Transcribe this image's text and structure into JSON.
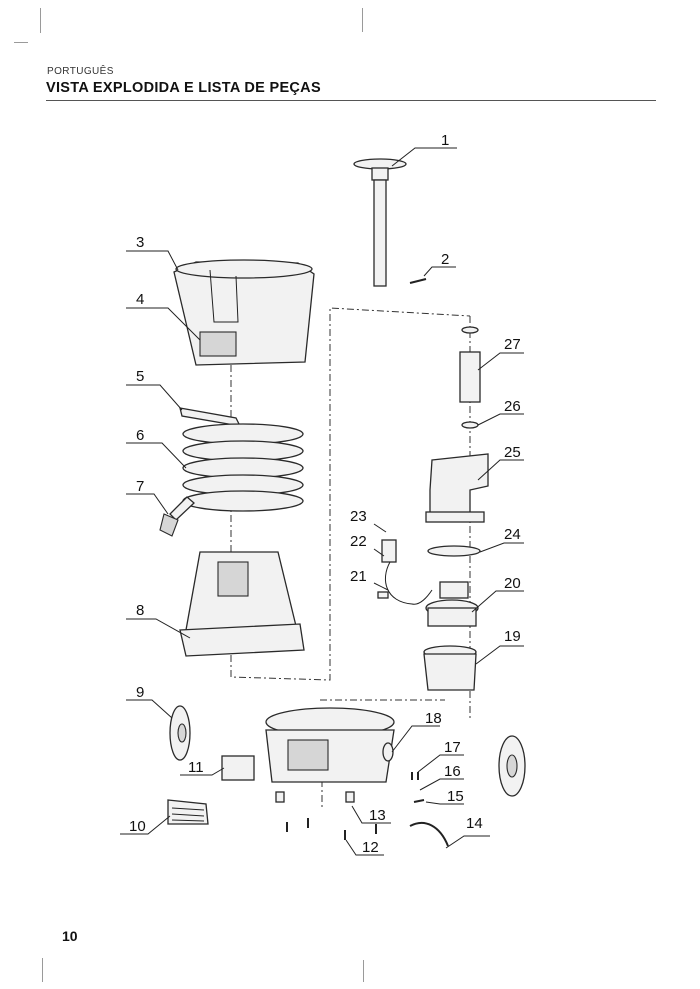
{
  "header": {
    "language": "PORTUGUÊS",
    "title": "VISTA EXPLODIDA E LISTA DE PEÇAS"
  },
  "diagram": {
    "callouts": [
      "1",
      "2",
      "3",
      "4",
      "5",
      "6",
      "7",
      "8",
      "9",
      "10",
      "11",
      "12",
      "13",
      "14",
      "15",
      "16",
      "17",
      "18",
      "19",
      "20",
      "21",
      "22",
      "23",
      "24",
      "25",
      "26",
      "27"
    ]
  },
  "footer": {
    "page_number": "10"
  }
}
